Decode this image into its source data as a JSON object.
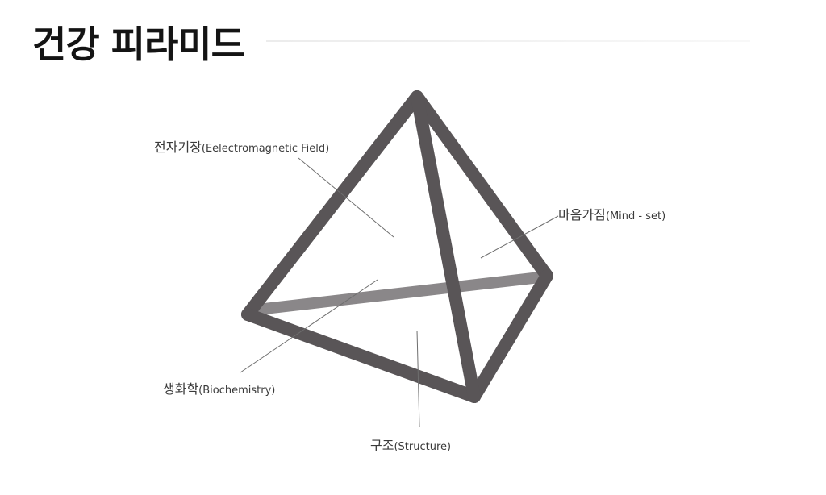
{
  "title": "건강 피라미드",
  "labels": {
    "electromagnetic": {
      "ko": "전자기장",
      "en": "(Eelectromagnetic Field)"
    },
    "mindset": {
      "ko": "마음가짐",
      "en": "(Mind - set)"
    },
    "biochemistry": {
      "ko": "생화학",
      "en": "(Biochemistry)"
    },
    "structure": {
      "ko": "구조",
      "en": "(Structure)"
    }
  },
  "colors": {
    "edge_front": "#595557",
    "edge_back": "#8a8789",
    "leader_line": "#6e6e6e",
    "text": "#3a3a3a"
  }
}
